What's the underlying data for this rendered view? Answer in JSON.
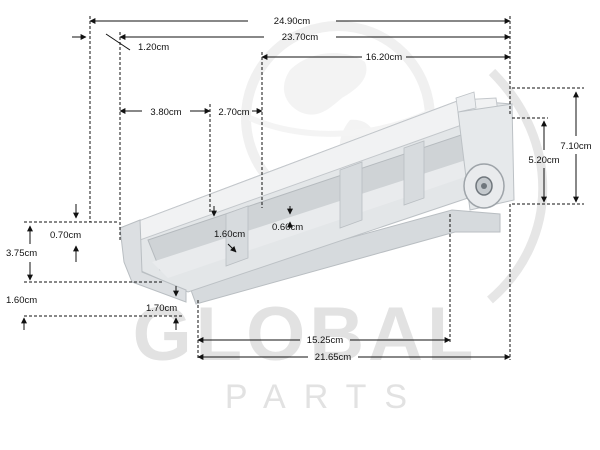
{
  "watermark": {
    "brand": "GLOBAL",
    "subtitle": "PARTS"
  },
  "dimensions": {
    "overall_length": "24.90cm",
    "inner_length": "23.70cm",
    "tip_offset": "1.20cm",
    "top_span": "16.20cm",
    "slot_left": "3.80cm",
    "slot_gap": "2.70cm",
    "right_height": "7.10cm",
    "right_inner_height": "5.20cm",
    "left_tab": "0.70cm",
    "left_height": "3.75cm",
    "rib_depth": "1.60cm",
    "rib_gap": "0.60cm",
    "base_thickness": "1.60cm",
    "foot_height": "1.70cm",
    "bottom_span": "15.25cm",
    "bottom_length": "21.65cm"
  },
  "colors": {
    "part": "#dfe3e6",
    "line": "#111111",
    "watermark": "#e2e2e2"
  }
}
